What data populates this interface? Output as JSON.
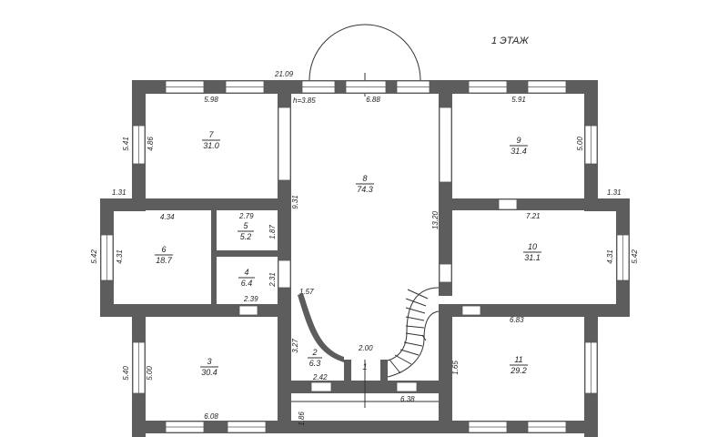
{
  "title": "1 ЭТАЖ",
  "rooms": [
    {
      "id": "7",
      "area": "31.0"
    },
    {
      "id": "8",
      "area": "74.3"
    },
    {
      "id": "9",
      "area": "31.4"
    },
    {
      "id": "6",
      "area": "18.7"
    },
    {
      "id": "5",
      "area": "5.2"
    },
    {
      "id": "4",
      "area": "6.4"
    },
    {
      "id": "10",
      "area": "31.1"
    },
    {
      "id": "3",
      "area": "30.4"
    },
    {
      "id": "2",
      "area": "6.3"
    },
    {
      "id": "1",
      "area": ""
    },
    {
      "id": "11",
      "area": "29.2"
    }
  ],
  "dims": {
    "d2109": "21.09",
    "d598": "5.98",
    "dh385": "h=3.85",
    "d688": "6.88",
    "d591": "5.91",
    "d541": "5.41",
    "d486": "4.86",
    "d500r": "5.00",
    "d131l": "1.31",
    "d131r": "1.31",
    "d931": "9.31",
    "d434": "4.34",
    "d279": "2.79",
    "d187": "1.87",
    "d1320": "13.20",
    "d721": "7.21",
    "d542l": "5.42",
    "d431l": "4.31",
    "d431r": "4.31",
    "d542r": "5.42",
    "d231": "2.31",
    "d239": "2.39",
    "d157": "1.57",
    "d683": "6.83",
    "d327": "3.27",
    "d200": "2.00",
    "d540": "5.40",
    "d500l": "5.00",
    "d242": "2.42",
    "d165": "1.65",
    "d638": "6.38",
    "d608": "6.08",
    "d186": "1.86"
  }
}
